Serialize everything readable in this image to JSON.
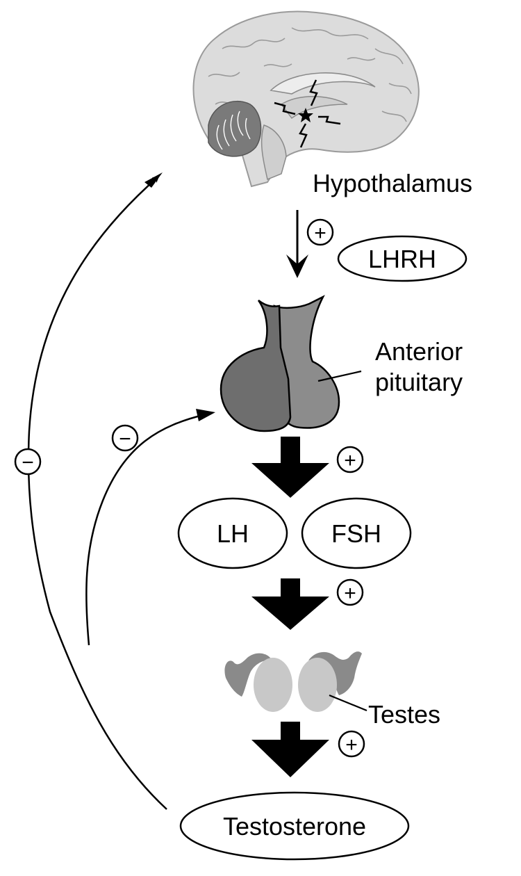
{
  "labels": {
    "hypothalamus": "Hypothalamus",
    "lhrh": "LHRH",
    "anterior_pituitary_line1": "Anterior",
    "anterior_pituitary_line2": "pituitary",
    "lh": "LH",
    "fsh": "FSH",
    "testes": "Testes",
    "testosterone": "Testosterone"
  },
  "signs": {
    "positive": "+",
    "negative": "−"
  },
  "colors": {
    "brain_fill": "#dcdcdc",
    "pituitary_light": "#8c8c8c",
    "pituitary_dark": "#6e6e6e",
    "testes_fill": "#c8c8c8",
    "epididymis_fill": "#8a8a8a"
  }
}
